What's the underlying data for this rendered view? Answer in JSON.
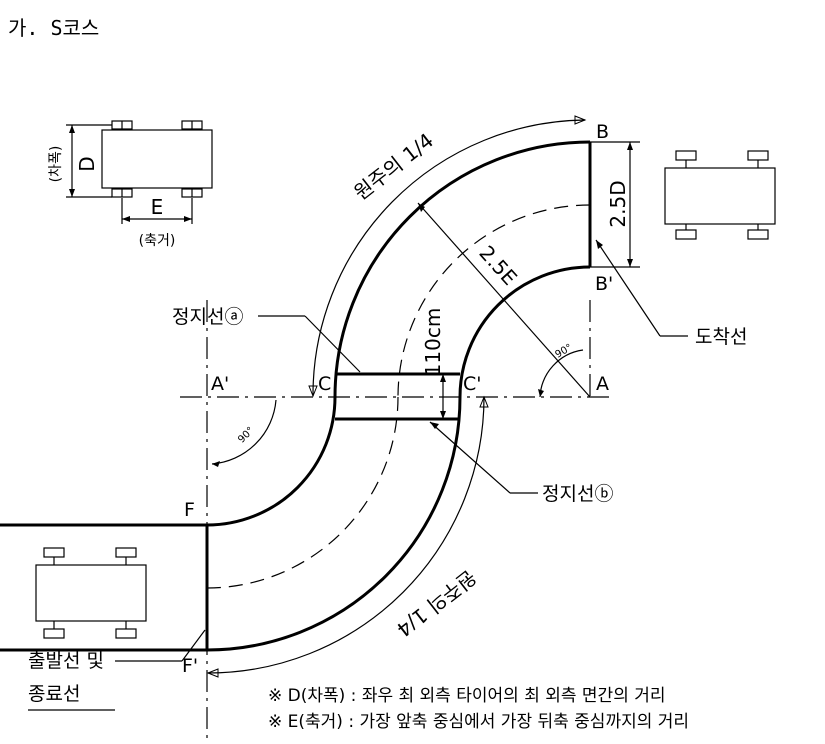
{
  "title": "가. S코스",
  "points": {
    "A": "A",
    "A_prime": "A'",
    "B": "B",
    "B_prime": "B'",
    "C": "C",
    "C_prime": "C'",
    "F": "F",
    "F_prime": "F'"
  },
  "dimensions": {
    "width_2_5D": "2.5D",
    "radius_2_5E": "2.5E",
    "gap_110cm": "110cm",
    "arc_quarter_top": "원주의 1/4",
    "arc_quarter_bottom": "원주의 1/4",
    "angle_top": "90°",
    "angle_left": "90°"
  },
  "lines": {
    "stop_a": "정지선ⓐ",
    "stop_b": "정지선ⓑ",
    "arrival": "도착선",
    "start_line_1": "출발선 및",
    "start_line_2": "종료선"
  },
  "legend_car": {
    "D": "D",
    "D_caption": "(차폭)",
    "E": "E",
    "E_caption": "(축거)"
  },
  "notes": [
    "※ D(차폭) : 좌우 최 외측 타이어의 최 외측 면간의 거리",
    "※ E(축거) : 가장 앞축 중심에서 가장 뒤축 중심까지의 거리"
  ]
}
